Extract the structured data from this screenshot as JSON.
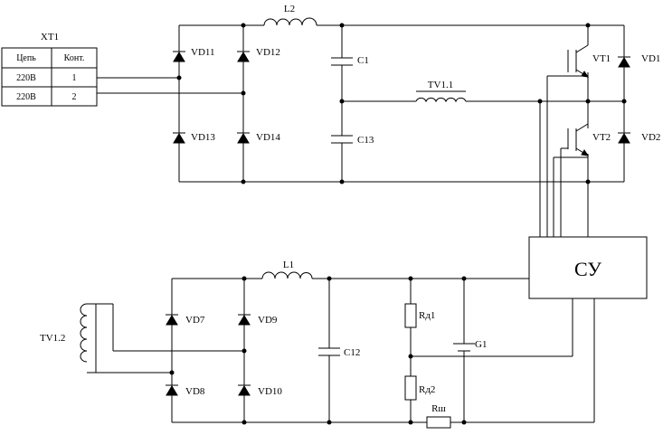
{
  "connector": {
    "title": "XT1",
    "headers": [
      "Цепь",
      "Конт."
    ],
    "rows": [
      [
        "220В",
        "1"
      ],
      [
        "220В",
        "2"
      ]
    ]
  },
  "components": {
    "L2": "L2",
    "L1": "L1",
    "VD11": "VD11",
    "VD12": "VD12",
    "VD13": "VD13",
    "VD14": "VD14",
    "C1": "C1",
    "C13": "C13",
    "C12": "C12",
    "TV11": "TV1.1",
    "TV12": "TV1.2",
    "VT1": "VT1",
    "VT2": "VT2",
    "VD1": "VD1",
    "VD2": "VD2",
    "VD7": "VD7",
    "VD8": "VD8",
    "VD9": "VD9",
    "VD10": "VD10",
    "Rd1": "Rд1",
    "Rd2": "Rд2",
    "Rsh": "Rш",
    "G1": "G1"
  },
  "control_unit": "СУ"
}
